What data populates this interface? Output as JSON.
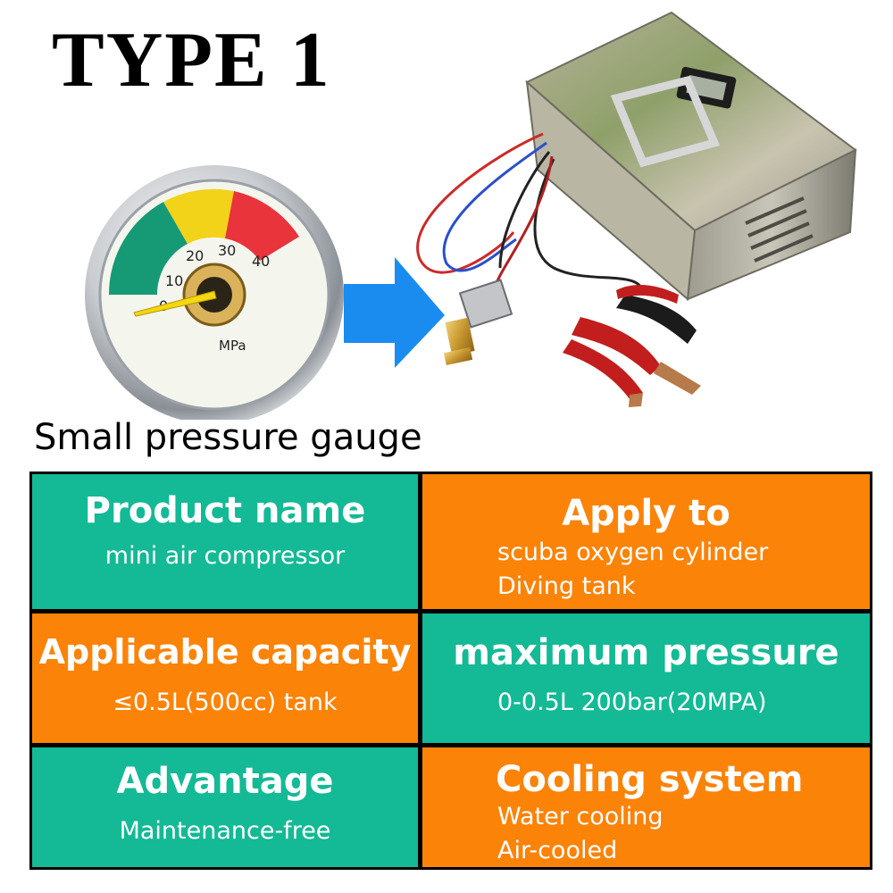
{
  "title": "TYPE 1",
  "gauge_caption": "Small pressure gauge",
  "gauge": {
    "ticks": [
      "0",
      "10",
      "20",
      "30",
      "40"
    ],
    "unit": "MPa"
  },
  "specs": {
    "product_name": {
      "label": "Product name",
      "value": "mini air compressor"
    },
    "apply_to": {
      "label": "Apply to",
      "values": [
        "scuba oxygen cylinder",
        "Diving tank"
      ]
    },
    "applicable_capacity": {
      "label": "Applicable capacity",
      "value": "≤0.5L(500cc) tank"
    },
    "maximum_pressure": {
      "label": "maximum pressure",
      "value": "0-0.5L 200bar(20MPA)"
    },
    "advantage": {
      "label": "Advantage",
      "value": "Maintenance-free"
    },
    "cooling_system": {
      "label": "Cooling system",
      "values": [
        "Water cooling",
        "Air-cooled"
      ]
    }
  },
  "colors": {
    "teal": "#14b995",
    "orange": "#fb8308",
    "arrow_blue": "#1a8cf0"
  }
}
